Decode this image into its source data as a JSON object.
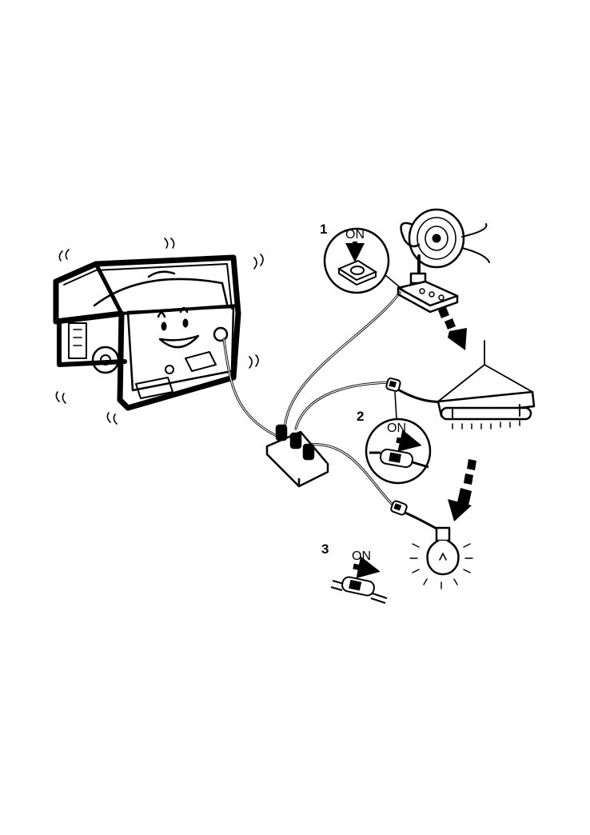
{
  "steps": [
    {
      "number": "1",
      "switch_label": "ON"
    },
    {
      "number": "2",
      "switch_label": "ON"
    },
    {
      "number": "3",
      "switch_label": "ON"
    }
  ],
  "icons": [
    "generator-icon",
    "power-strip-icon",
    "fan-icon",
    "fluorescent-lamp-icon",
    "light-bulb-icon",
    "push-switch-icon",
    "inline-switch-icon"
  ]
}
